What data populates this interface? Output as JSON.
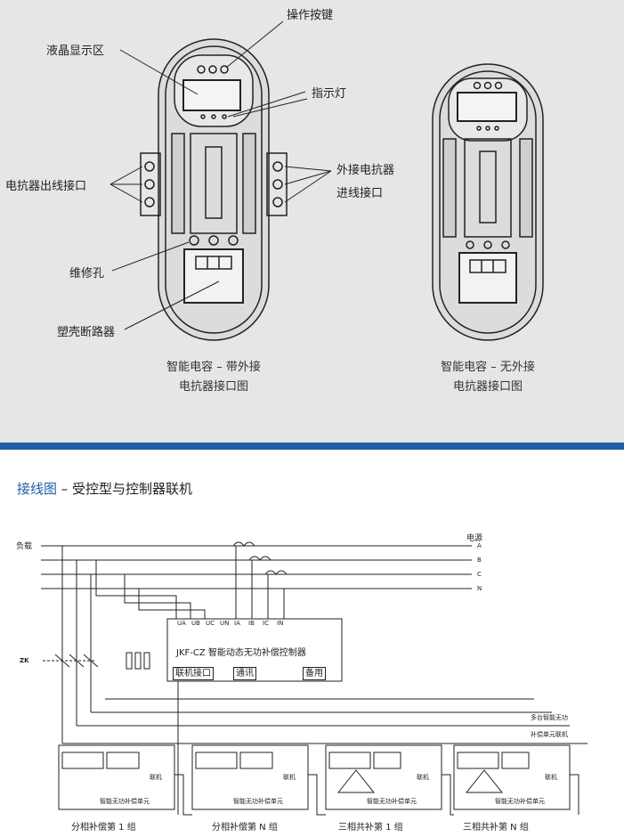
{
  "top": {
    "callouts": {
      "buttons": "操作按键",
      "lcd": "液晶显示区",
      "indicator": "指示灯",
      "reactor_out": "电抗器出线接口",
      "reactor_in_line1": "外接电抗器",
      "reactor_in_line2": "进线接口",
      "maint_hole": "维修孔",
      "breaker": "塑壳断路器"
    },
    "captions": {
      "left_line1": "智能电容 – 带外接",
      "left_line2": "电抗器接口图",
      "right_line1": "智能电容 – 无外接",
      "right_line2": "电抗器接口图"
    }
  },
  "bottom": {
    "title_accent": "接线图",
    "title_rest": " – 受控型与控制器联机",
    "load": "负载",
    "source": "电源",
    "phases": [
      "A",
      "B",
      "C",
      "N"
    ],
    "zk": "ZK",
    "controller": {
      "terminals": [
        "UA",
        "UB",
        "UC",
        "UN",
        "IA",
        "IB",
        "IC",
        "IN"
      ],
      "title": "JKF-CZ  智能动态无功补偿控制器",
      "port_link": "联机接口",
      "port_comm": "通讯",
      "port_spare": "备用"
    },
    "multi_note_line1": "多台智能无功",
    "multi_note_line2": "补偿单元联机",
    "unit_label": "智能无功补偿单元",
    "link_label": "联机",
    "groups": [
      "分相补偿第 1 组",
      "分相补偿第 N 组",
      "三相共补第 1 组",
      "三相共补第 N 组"
    ]
  }
}
